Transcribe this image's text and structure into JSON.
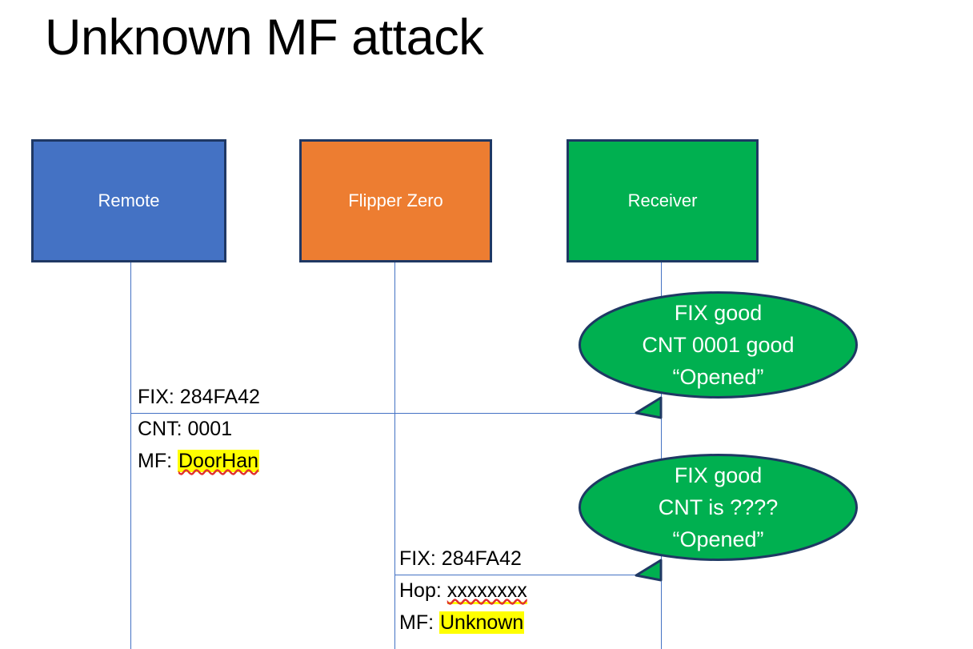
{
  "slide": {
    "title": "Unknown MF attack",
    "background": "#ffffff"
  },
  "colors": {
    "remote_box": "#4472C4",
    "flipper_box": "#ED7D31",
    "receiver_box": "#00B050",
    "box_border": "#1F3864",
    "lifeline": "#4472C4",
    "arrow": "#4472C4",
    "callout_fill": "#00B050",
    "callout_border": "#1F3864",
    "highlight": "#FFFF00",
    "spellcheck_underline": "#E03030",
    "text_dark": "#000000",
    "text_light": "#FFFFFF"
  },
  "actors": [
    {
      "id": "remote",
      "label": "Remote"
    },
    {
      "id": "flipper",
      "label": "Flipper Zero"
    },
    {
      "id": "receiver",
      "label": "Receiver"
    }
  ],
  "messages": [
    {
      "id": "remote-to-receiver",
      "from": "Remote",
      "to": "Receiver",
      "lines": [
        {
          "prefix": "FIX: ",
          "value": "284FA42",
          "highlight": false,
          "spellcheck": false
        },
        {
          "prefix": "CNT: ",
          "value": "0001",
          "highlight": false,
          "spellcheck": false
        },
        {
          "prefix": "MF: ",
          "value": "DoorHan",
          "highlight": true,
          "spellcheck": true
        }
      ]
    },
    {
      "id": "flipper-to-receiver",
      "from": "Flipper Zero",
      "to": "Receiver",
      "lines": [
        {
          "prefix": "FIX: ",
          "value": "284FA42",
          "highlight": false,
          "spellcheck": false
        },
        {
          "prefix": "Hop: ",
          "value": "xxxxxxxx",
          "highlight": false,
          "spellcheck": true
        },
        {
          "prefix": "MF: ",
          "value": "Unknown",
          "highlight": true,
          "spellcheck": false
        }
      ]
    }
  ],
  "callouts": [
    {
      "id": "first",
      "attached_to": "remote-to-receiver",
      "lines": [
        "FIX good",
        "CNT 0001 good",
        "“Opened”"
      ]
    },
    {
      "id": "second",
      "attached_to": "flipper-to-receiver",
      "lines": [
        "FIX good",
        "CNT is ????",
        "“Opened”"
      ]
    }
  ]
}
